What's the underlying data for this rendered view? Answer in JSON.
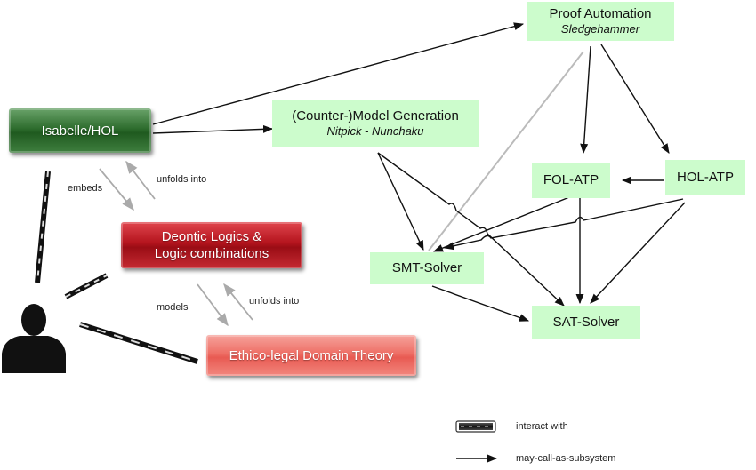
{
  "nodes": {
    "proof_automation": {
      "title": "Proof Automation",
      "subtitle": "Sledgehammer"
    },
    "model_generation": {
      "title": "(Counter-)Model Generation",
      "subtitle": "Nitpick - Nunchaku"
    },
    "isabelle": {
      "title": "Isabelle/HOL"
    },
    "fol_atp": {
      "title": "FOL-ATP"
    },
    "hol_atp": {
      "title": "HOL-ATP"
    },
    "deontic": {
      "title_line1": "Deontic Logics &",
      "title_line2": "Logic combinations"
    },
    "smt": {
      "title": "SMT-Solver"
    },
    "sat": {
      "title": "SAT-Solver"
    },
    "ethico": {
      "title": "Ethico-legal Domain Theory"
    }
  },
  "edge_labels": {
    "embeds": "embeds",
    "unfolds_into_1": "unfolds into",
    "models": "models",
    "unfolds_into_2": "unfolds into"
  },
  "legend": {
    "interact": "interact with",
    "may_call": "may-call-as-subsystem"
  },
  "colors": {
    "node_green": "#ccfccc",
    "isabelle_green": "#2e6d2e",
    "deontic_red": "#b4141d",
    "ethico_salmon": "#ee6f66",
    "arrow_black": "#111111",
    "arrow_gray": "#aaaaaa"
  },
  "icons": {
    "user": "person-silhouette-icon"
  }
}
